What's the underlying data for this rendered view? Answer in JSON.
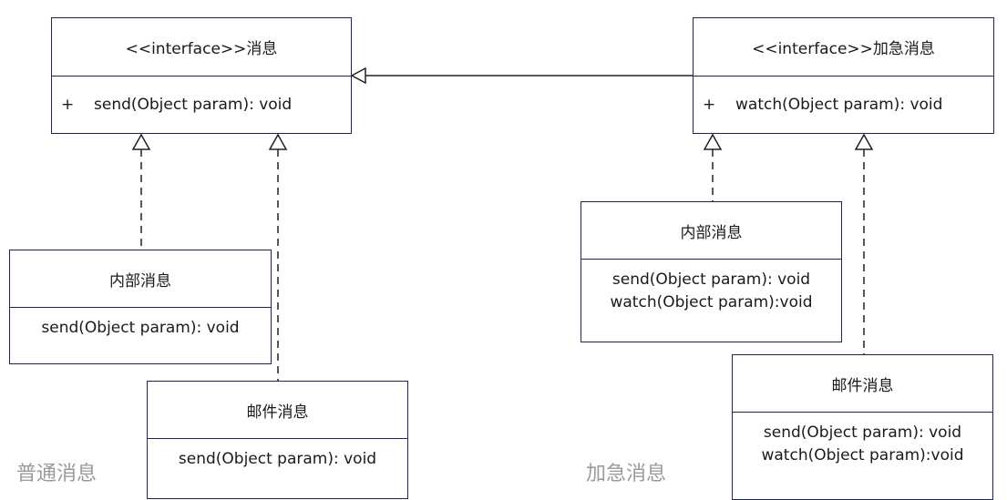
{
  "diagram": {
    "type": "uml-class-diagram",
    "interfaces": {
      "message": {
        "title": "<<interface>>消息",
        "members": [
          {
            "visibility": "+",
            "signature": "send(Object param): void"
          }
        ]
      },
      "urgent_message": {
        "title": "<<interface>>加急消息",
        "members": [
          {
            "visibility": "+",
            "signature": "watch(Object param): void"
          }
        ]
      }
    },
    "classes": {
      "normal_internal": {
        "title": "内部消息",
        "operations": [
          "send(Object param): void"
        ]
      },
      "normal_email": {
        "title": "邮件消息",
        "operations": [
          "send(Object param): void"
        ]
      },
      "urgent_internal": {
        "title": "内部消息",
        "operations": [
          "send(Object param): void",
          "watch(Object param):void"
        ]
      },
      "urgent_email": {
        "title": "邮件消息",
        "operations": [
          "send(Object param): void",
          "watch(Object param):void"
        ]
      }
    },
    "relations": [
      {
        "type": "generalization",
        "from": "urgent_message",
        "to": "message"
      },
      {
        "type": "realization",
        "from": "normal_internal",
        "to": "message"
      },
      {
        "type": "realization",
        "from": "normal_email",
        "to": "message"
      },
      {
        "type": "realization",
        "from": "urgent_internal",
        "to": "urgent_message"
      },
      {
        "type": "realization",
        "from": "urgent_email",
        "to": "urgent_message"
      }
    ],
    "captions": {
      "normal_group": "普通消息",
      "urgent_group": "加急消息"
    }
  },
  "colors": {
    "box_border": "#1e2550",
    "line": "#222222",
    "caption": "#9a9a9a"
  }
}
